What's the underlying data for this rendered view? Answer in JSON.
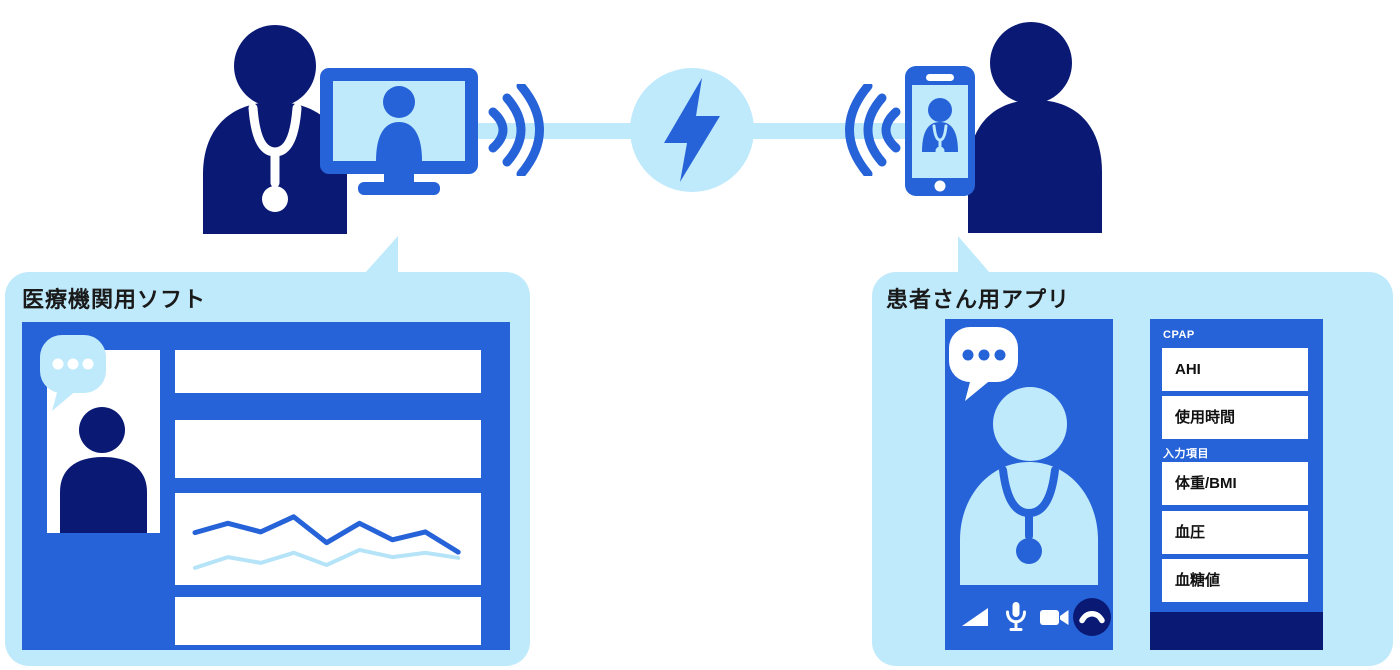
{
  "colors": {
    "navy": "#0a1a74",
    "royal_blue": "#2763d8",
    "light_blue": "#bfeafc",
    "chart_line_dark": "#2763d8",
    "chart_line_light": "#b5e3f7",
    "title_text": "#1a1a1a",
    "white": "#ffffff"
  },
  "top_illustration": {
    "left_actor_icon": "doctor-with-stethoscope",
    "left_device_icon": "monitor-video-call",
    "wifi_left_icon": "wifi-waves",
    "hub_icon": "lightning-bolt",
    "wifi_right_icon": "wifi-waves",
    "right_device_icon": "smartphone-video-call",
    "right_actor_icon": "patient-person"
  },
  "medical_software": {
    "title": "医療機関用ソフト",
    "video_tile_icon": "person-silhouette",
    "chat_icon": "chat-bubble-three-dots",
    "blank_field_count": 3
  },
  "patient_app": {
    "title": "患者さん用アプリ",
    "video_call": {
      "chat_icon": "chat-bubble-three-dots",
      "remote_party_icon": "doctor-with-stethoscope",
      "call_controls": [
        "signal",
        "microphone",
        "video-camera",
        "hang-up"
      ]
    },
    "data_panel": {
      "cpap_section": {
        "label": "CPAP",
        "items": [
          "AHI",
          "使用時間"
        ]
      },
      "input_section": {
        "label": "入力項目",
        "items": [
          "体重/BMI",
          "血圧",
          "血糖値"
        ]
      }
    }
  },
  "chart_data": {
    "type": "line",
    "title": "",
    "xlabel": "",
    "ylabel": "",
    "x": [
      1,
      2,
      3,
      4,
      5,
      6,
      7,
      8,
      9
    ],
    "series": [
      {
        "name": "dark-blue-line",
        "color": "#2763d8",
        "values": [
          63,
          76,
          64,
          85,
          49,
          76,
          53,
          64,
          36
        ]
      },
      {
        "name": "light-blue-line",
        "color": "#b5e3f7",
        "values": [
          14,
          29,
          21,
          35,
          18,
          39,
          29,
          35,
          28
        ]
      }
    ],
    "ylim": [
      0,
      100
    ],
    "grid": false,
    "legend": false,
    "note": "decorative trend sparkline, no axes or tick labels visible"
  }
}
